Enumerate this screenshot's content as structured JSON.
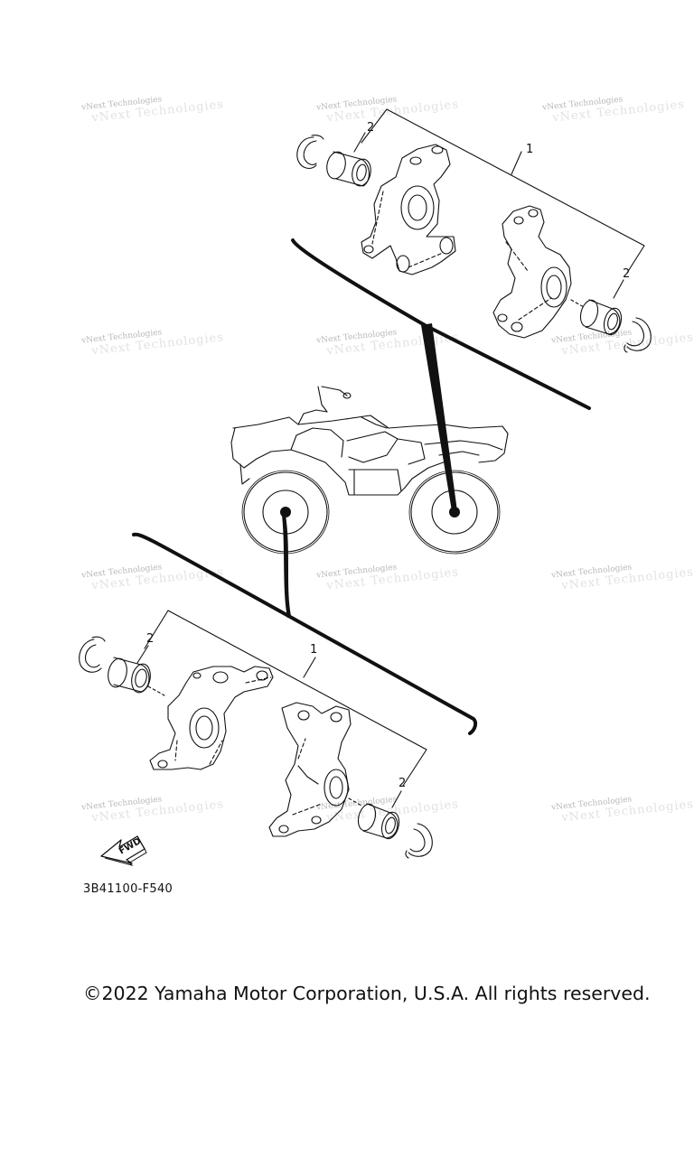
{
  "watermark_text": "vNext Technologies",
  "callouts": {
    "rear_assembly": "1",
    "rear_bearing_left": "2",
    "rear_bearing_right": "2",
    "front_assembly": "1",
    "front_bearing_left": "2",
    "front_bearing_right": "2"
  },
  "fwd_label": "FWD",
  "diagram_code": "3B41100-F540",
  "copyright": "©2022 Yamaha Motor Corporation, U.S.A. All rights reserved.",
  "colors": {
    "line": "#111111",
    "watermark": "#b8b8b8"
  }
}
